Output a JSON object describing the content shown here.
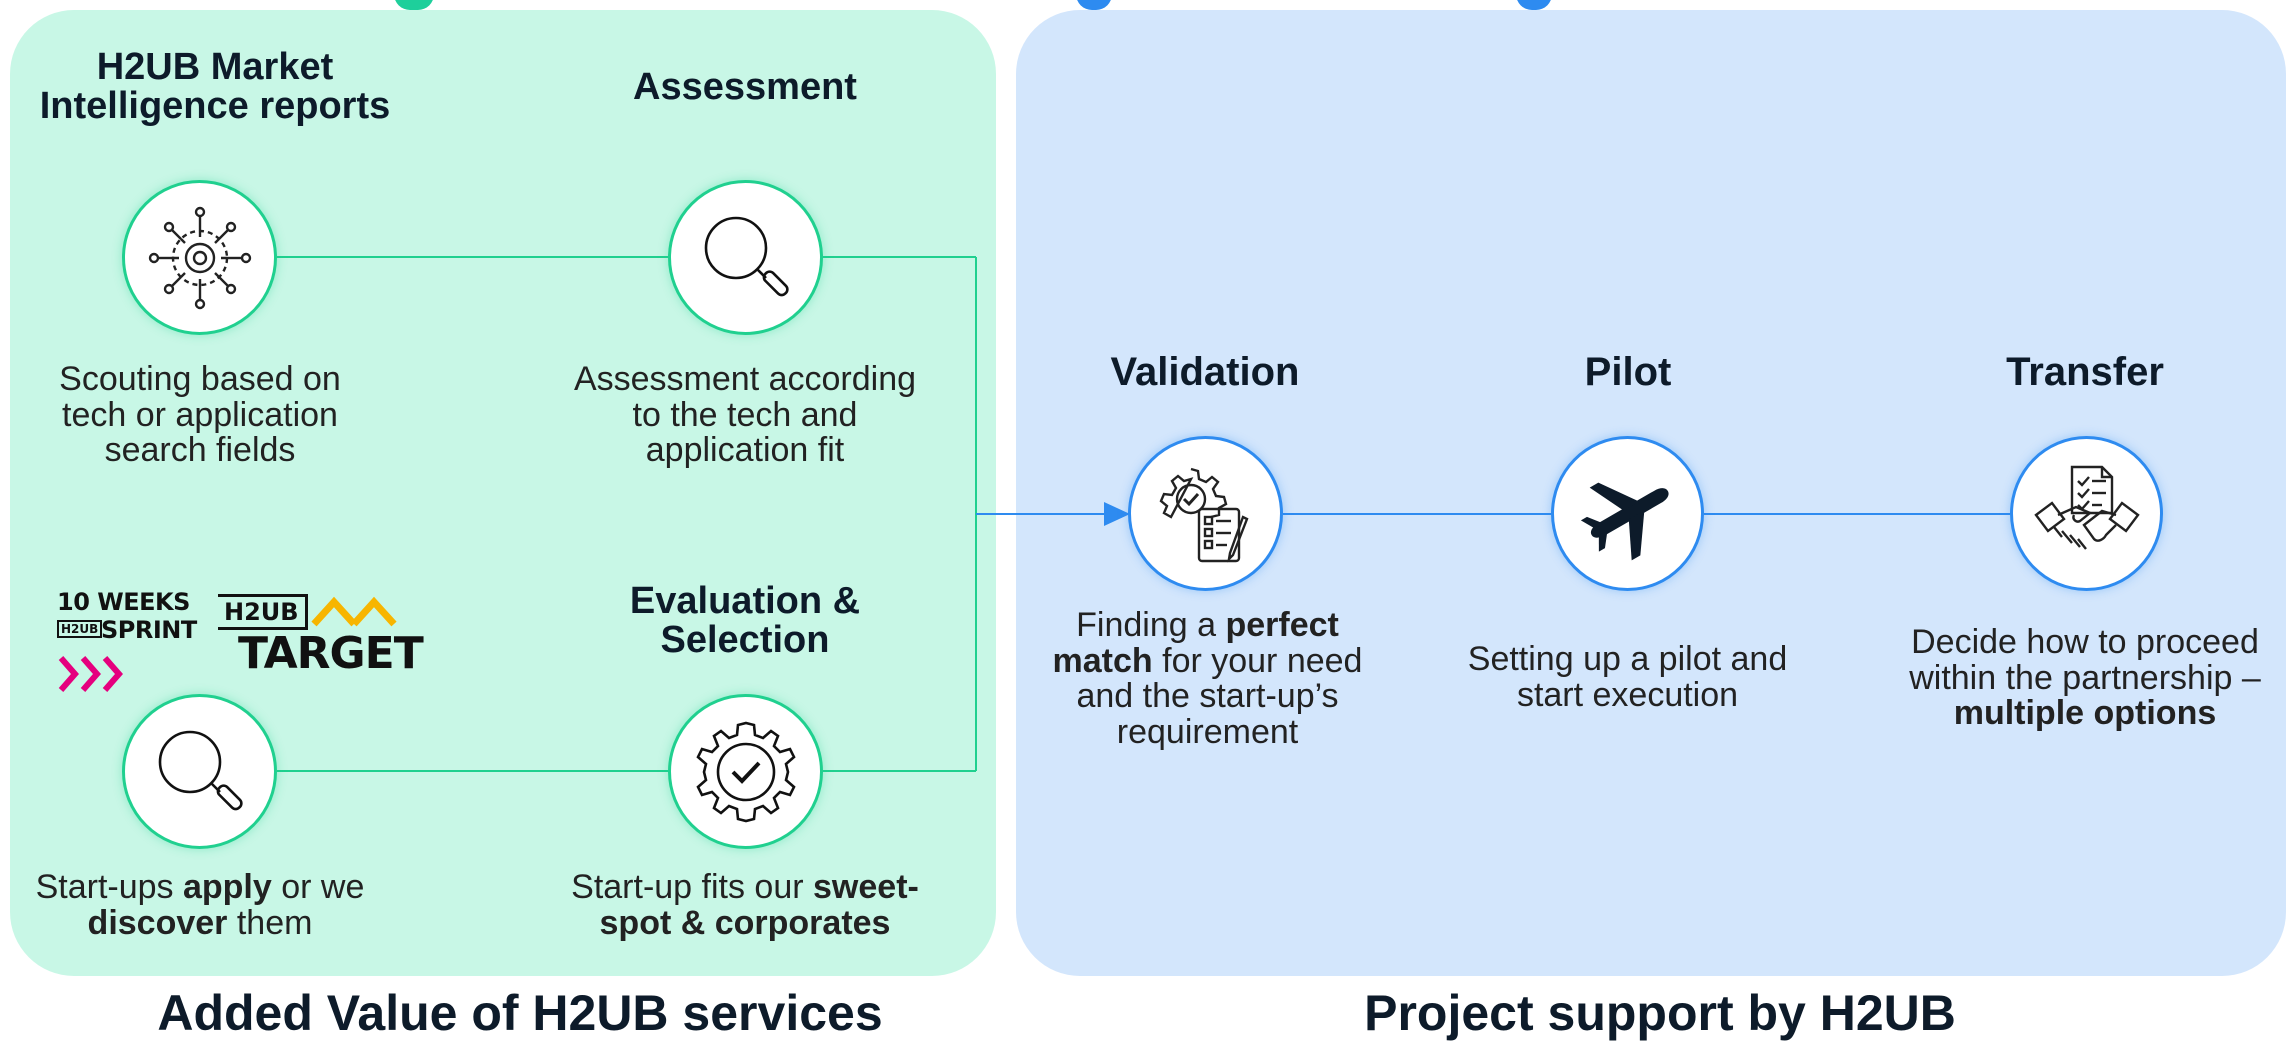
{
  "colors": {
    "left_panel": "#c8f7e6",
    "right_panel": "#d3e6fc",
    "green_accent": "#20d08f",
    "blue_accent": "#2e8bf0",
    "logo_magenta": "#e5007e",
    "logo_yellow": "#f7b500"
  },
  "left_section": {
    "footer": "Added Value of H2UB services",
    "steps": [
      {
        "title": "H2UB Market Intelligence reports",
        "icon": "network-gear-icon",
        "desc": [
          "Scouting based on",
          "tech or application",
          "search fields"
        ]
      },
      {
        "title": "Assessment",
        "icon": "magnifier-icon",
        "desc": [
          "Assessment according",
          "to the tech and",
          "application fit"
        ]
      },
      {
        "title": "",
        "icon": "magnifier-icon",
        "desc_parts": [
          "Start-ups ",
          "apply",
          " or we",
          "discover",
          " them"
        ]
      },
      {
        "title": "Evaluation & Selection",
        "icon": "gear-check-icon",
        "desc_parts": [
          "Start-up fits our ",
          "sweet-",
          "spot & corporates"
        ]
      }
    ],
    "logos": {
      "sprint_line1": "10 WEEKS",
      "sprint_badge": "H2UB",
      "sprint_line2": "SPRINT",
      "target_badge": "H2UB",
      "target_word": "TARGET"
    }
  },
  "right_section": {
    "footer": "Project support by H2UB",
    "steps": [
      {
        "title": "Validation",
        "icon": "gear-checklist-icon",
        "desc_parts": [
          "Finding a ",
          "perfect",
          "match",
          " for your need",
          "and the start-up’s",
          "requirement"
        ]
      },
      {
        "title": "Pilot",
        "icon": "airplane-icon",
        "desc": [
          "Setting up a pilot and",
          "start execution"
        ]
      },
      {
        "title": "Transfer",
        "icon": "handshake-icon",
        "desc_parts": [
          "Decide how to proceed",
          "within the partnership –",
          "multiple options"
        ]
      }
    ]
  }
}
